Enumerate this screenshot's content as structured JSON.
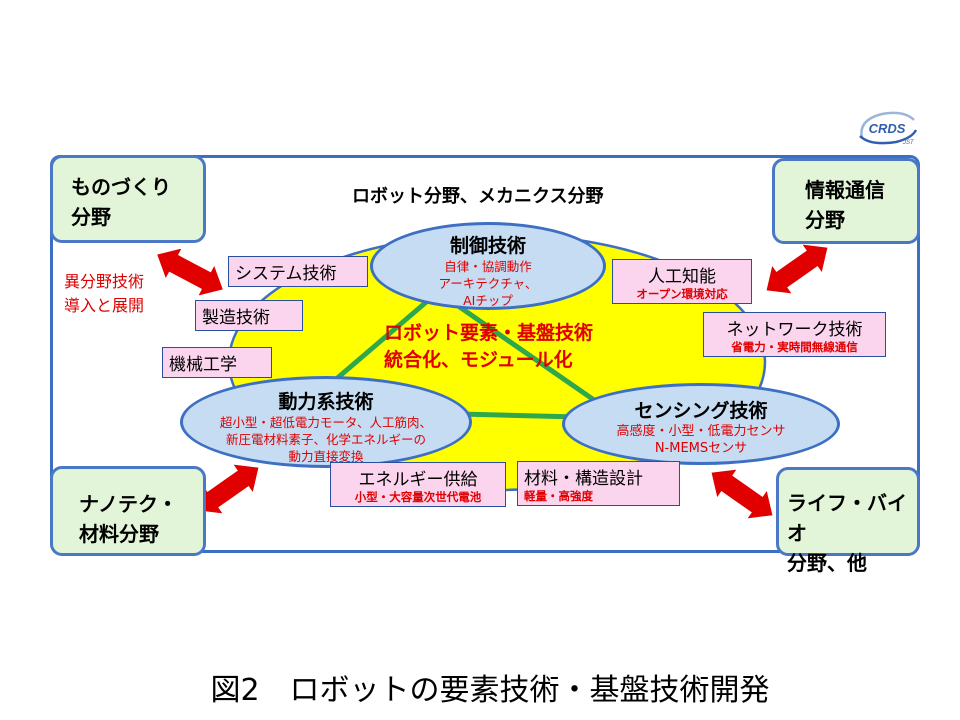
{
  "logo": {
    "text": "CRDS",
    "subtext": "JST"
  },
  "header": "ロボット分野、メカニクス分野",
  "center": {
    "line1": "ロボット要素・基盤技術",
    "line2": "統合化、モジュール化"
  },
  "corners": {
    "top_left": {
      "line1": "ものづくり",
      "line2": "分野"
    },
    "top_right": {
      "line1": "情報通信",
      "line2": "分野"
    },
    "bottom_left": {
      "line1": "ナノテク・",
      "line2": "材料分野"
    },
    "bottom_right": {
      "line1": "ライフ・バイオ",
      "line2": "分野、他"
    }
  },
  "left_note": {
    "line1": "異分野技術",
    "line2": "導入と展開"
  },
  "nodes": {
    "control": {
      "title": "制御技術",
      "line1": "自律・協調動作",
      "line2": "アーキテクチャ、",
      "line3": "AIチップ"
    },
    "power": {
      "title": "動力系技術",
      "line1": "超小型・超低電力モータ、人工筋肉、",
      "line2": "新圧電材料素子、化学エネルギーの",
      "line3": "動力直接変換"
    },
    "sensing": {
      "title": "センシング技術",
      "line1": "高感度・小型・低電力センサ",
      "line2": "N-MEMSセンサ"
    }
  },
  "tags": {
    "system": {
      "label": "システム技術"
    },
    "manufacturing": {
      "label": "製造技術"
    },
    "mechanical": {
      "label": "機械工学"
    },
    "ai": {
      "label": "人工知能",
      "sub": "オープン環境対応"
    },
    "network": {
      "label": "ネットワーク技術",
      "sub": "省電力・実時間無線通信"
    },
    "energy": {
      "label": "エネルギー供給",
      "sub": "小型・大容量次世代電池"
    },
    "materials": {
      "label": "材料・構造設計",
      "sub": "軽量・高強度"
    }
  },
  "caption": "図2　ロボットの要素技術・基盤技術開発",
  "colors": {
    "frame": "#3a6fc4",
    "corner_fill": "#e3f5d8",
    "ellipse_fill": "#c5dcf2",
    "core_fill": "#ffff00",
    "triangle": "#2ea84a",
    "tag_fill": "#fbd4ee",
    "accent_red": "#e00000"
  }
}
